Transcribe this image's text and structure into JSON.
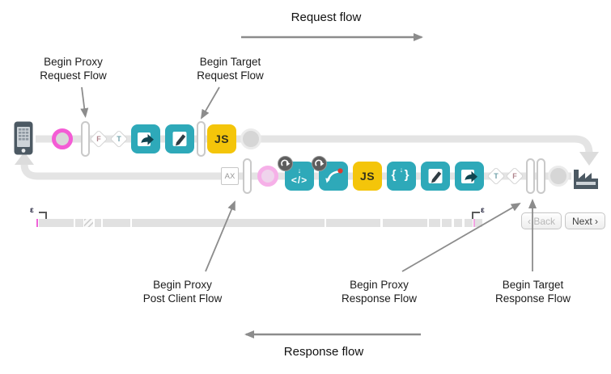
{
  "header": {
    "title": "Request flow"
  },
  "footer": {
    "title": "Response flow"
  },
  "callouts": {
    "begin_proxy_request": {
      "line1": "Begin Proxy",
      "line2": "Request Flow"
    },
    "begin_target_request": {
      "line1": "Begin Target",
      "line2": "Request Flow"
    },
    "begin_proxy_post_client": {
      "line1": "Begin Proxy",
      "line2": "Post Client Flow"
    },
    "begin_proxy_response": {
      "line1": "Begin Proxy",
      "line2": "Response Flow"
    },
    "begin_target_response": {
      "line1": "Begin Target",
      "line2": "Response Flow"
    }
  },
  "request_row": {
    "false_label": "F",
    "true_label": "T",
    "js_label": "JS"
  },
  "response_row": {
    "analytics_label": "AX",
    "code_glyph": "</>",
    "braces_glyph": "{ }",
    "down_arrow_glyph": "↓",
    "js_label": "JS",
    "true_label": "T",
    "false_label": "F"
  },
  "timeline": {
    "epsilon_start": "ε",
    "epsilon_end": "ε",
    "back_label": "‹ Back",
    "next_label": "Next ›"
  },
  "colors": {
    "teal": "#2ea9b9",
    "yellow": "#f4c50a",
    "magenta": "#f45cd5",
    "light_pink": "#f6b0e8",
    "slate": "#4c5963",
    "track": "#e4e4e4",
    "annotation_gray": "#8c8c8c"
  }
}
